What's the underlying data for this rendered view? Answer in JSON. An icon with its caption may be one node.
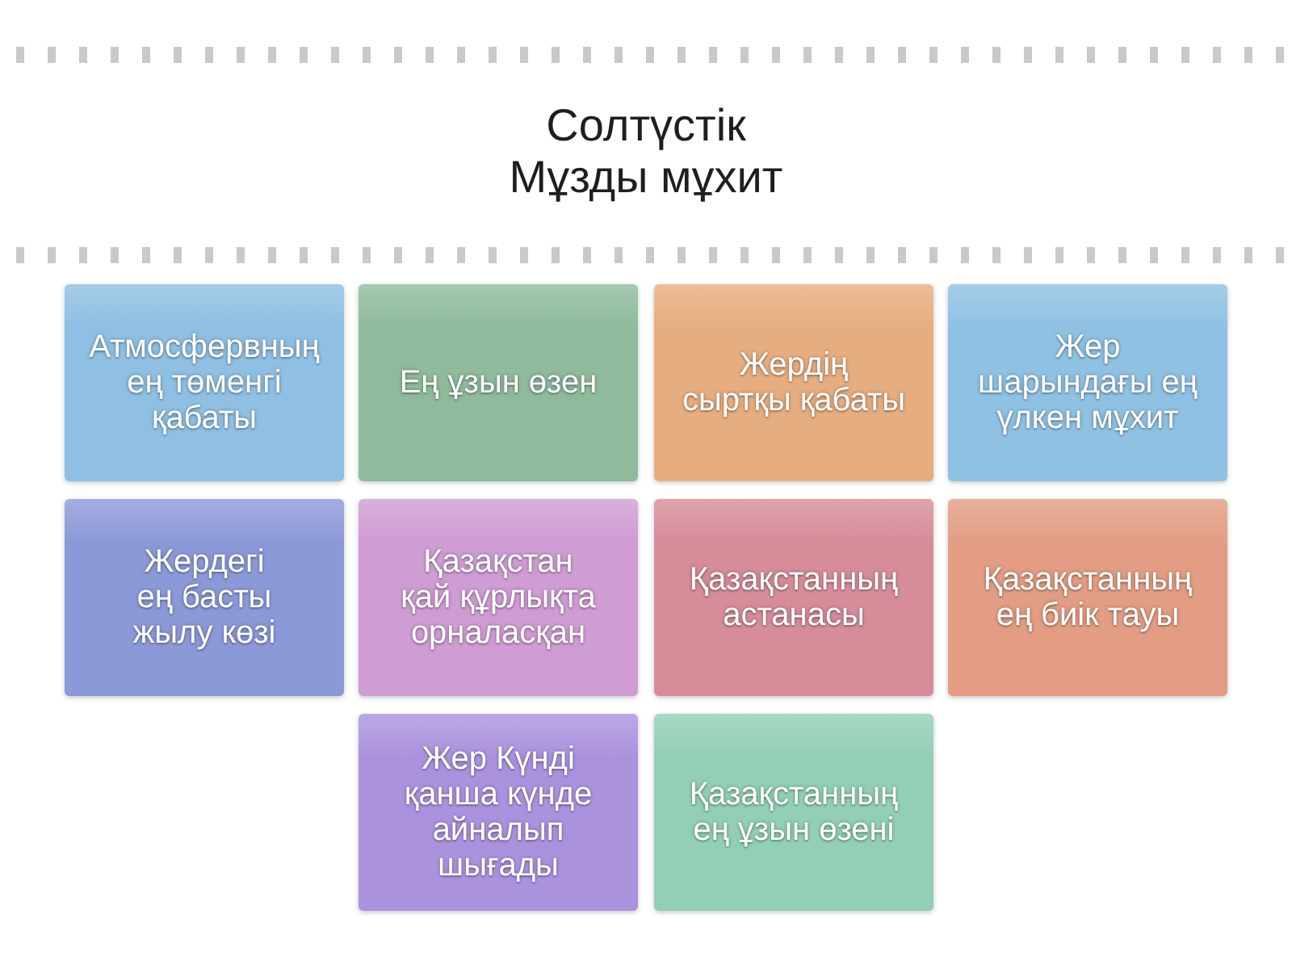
{
  "diagram": {
    "title": "Солтүстік Мұзды мұхит",
    "nodes": [
      {
        "text": [
          "Атмосфервның ең төменгі қабаты"
        ]
      },
      {
        "text": [
          "Ең ұзын өзен"
        ]
      },
      {
        "text": [
          "Жердің сыртқы қабаты"
        ]
      },
      {
        "text": [
          "Жер шарындағы ең үлкен мұхит"
        ]
      },
      {
        "text": [
          "Жердегі ең басты жылу көзі"
        ]
      },
      {
        "text": [
          "Қазақстан қай құрлықта орналасқан"
        ]
      },
      {
        "text": [
          "Қазақстанның астанасы"
        ]
      },
      {
        "text": [
          "Қазақстанның ең биік тауы"
        ]
      },
      {
        "text": [
          "Жер Күнді қанша күнде айналып шығады"
        ]
      },
      {
        "text": [
          "Қазақстанның ең ұзын өзені"
        ]
      }
    ]
  }
}
